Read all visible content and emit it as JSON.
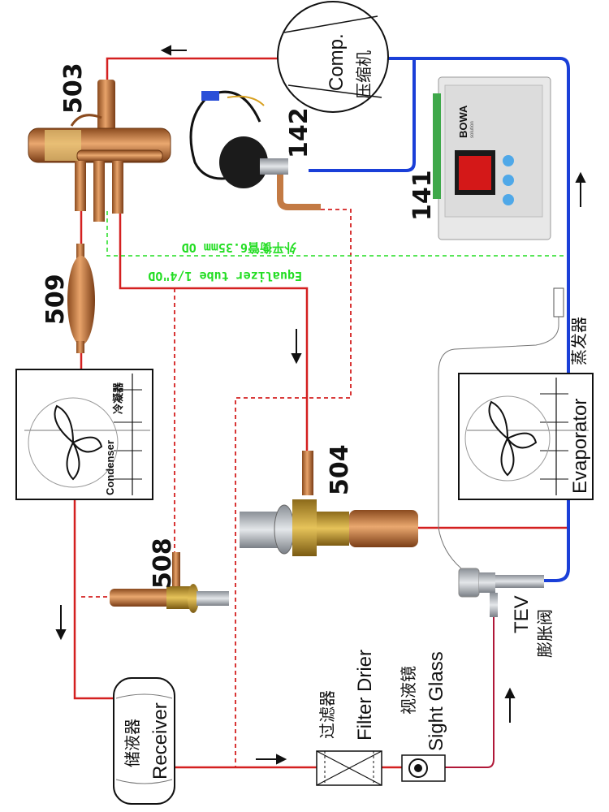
{
  "components": {
    "comp": {
      "en": "Comp.",
      "cn": "压缩机"
    },
    "evaporator": {
      "en": "Evaporator",
      "cn": "蒸发器"
    },
    "condenser": {
      "en": "Condenser",
      "cn": "冷凝器"
    },
    "receiver": {
      "en": "Receiver",
      "cn": "储液器"
    },
    "filter_drier": {
      "en": "Filter Drier",
      "cn": "过滤器"
    },
    "sight_glass": {
      "en": "Sight Glass",
      "cn": "视液镜"
    },
    "tev": {
      "en": "TEV",
      "cn": "膨胀阀"
    }
  },
  "part_numbers": {
    "p503": "503",
    "p142": "142",
    "p141": "141",
    "p509": "509",
    "p504": "504",
    "p508": "508"
  },
  "equalizer": {
    "en": "Equalizer tube 1/4\"OD",
    "cn": "外平衡管6.35mm OD"
  },
  "controller": {
    "brand": "BOWA",
    "sub": "solution"
  },
  "colors": {
    "refrigerant_line": "#d42020",
    "suction_line": "#1a3fd8",
    "pilot_line": "#d42020",
    "equalizer_line": "#22dd22"
  }
}
